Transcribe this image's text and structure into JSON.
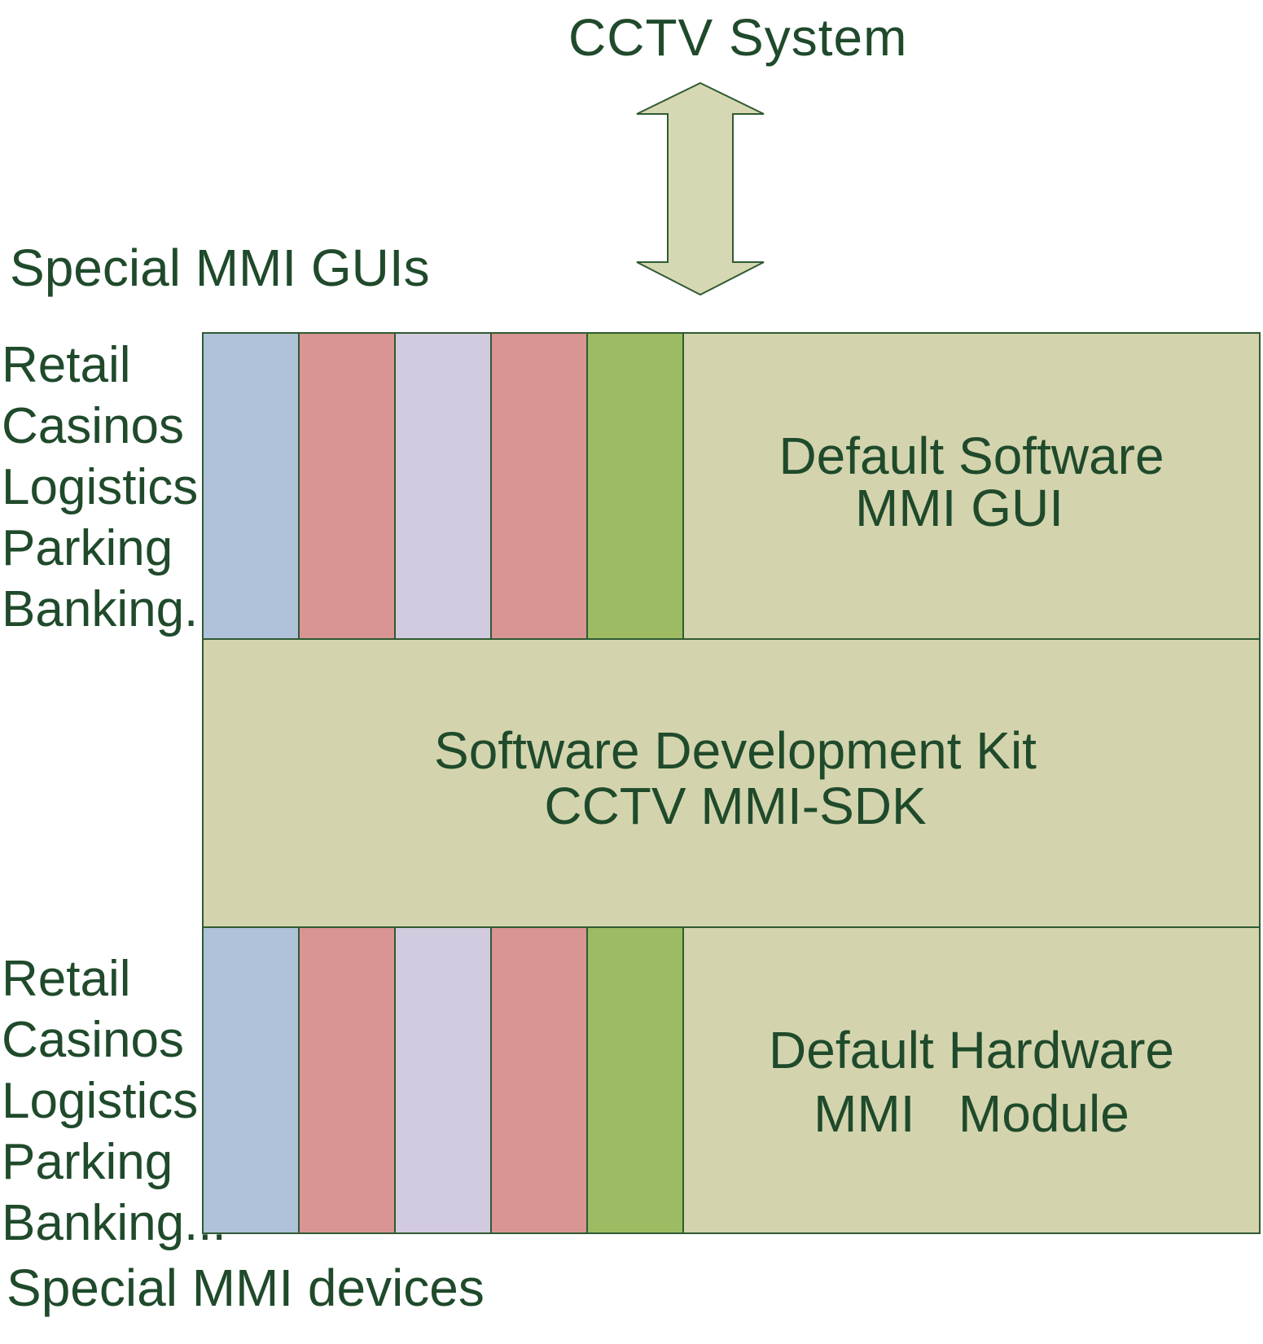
{
  "top_system": "CCTV System",
  "gui_section_label": "Special MMI GUIs",
  "device_section_label": "Special MMI devices",
  "categories_top": [
    "Retail",
    "Casinos",
    "Logistics",
    "Parking",
    "Banking..."
  ],
  "categories_bottom": [
    "Retail",
    "Casinos",
    "Logistics",
    "Parking",
    "Banking..."
  ],
  "default_software": {
    "line1": "Default Software",
    "line2": "MMI GUI"
  },
  "sdk": {
    "line1": "Software Development Kit",
    "line2": "CCTV MMI-SDK"
  },
  "default_hardware": {
    "line1": "Default Hardware",
    "line2": "MMI   Module"
  },
  "colors": {
    "text": "#1f4a2b",
    "panel_fill": "#d3d4ad",
    "border": "#2f5a33",
    "strip_blue": "#afc2da",
    "strip_red": "#d99593",
    "strip_lavender": "#d2cbe0",
    "strip_green": "#9dbb62",
    "arrow_fill": "#d6d8b3"
  }
}
